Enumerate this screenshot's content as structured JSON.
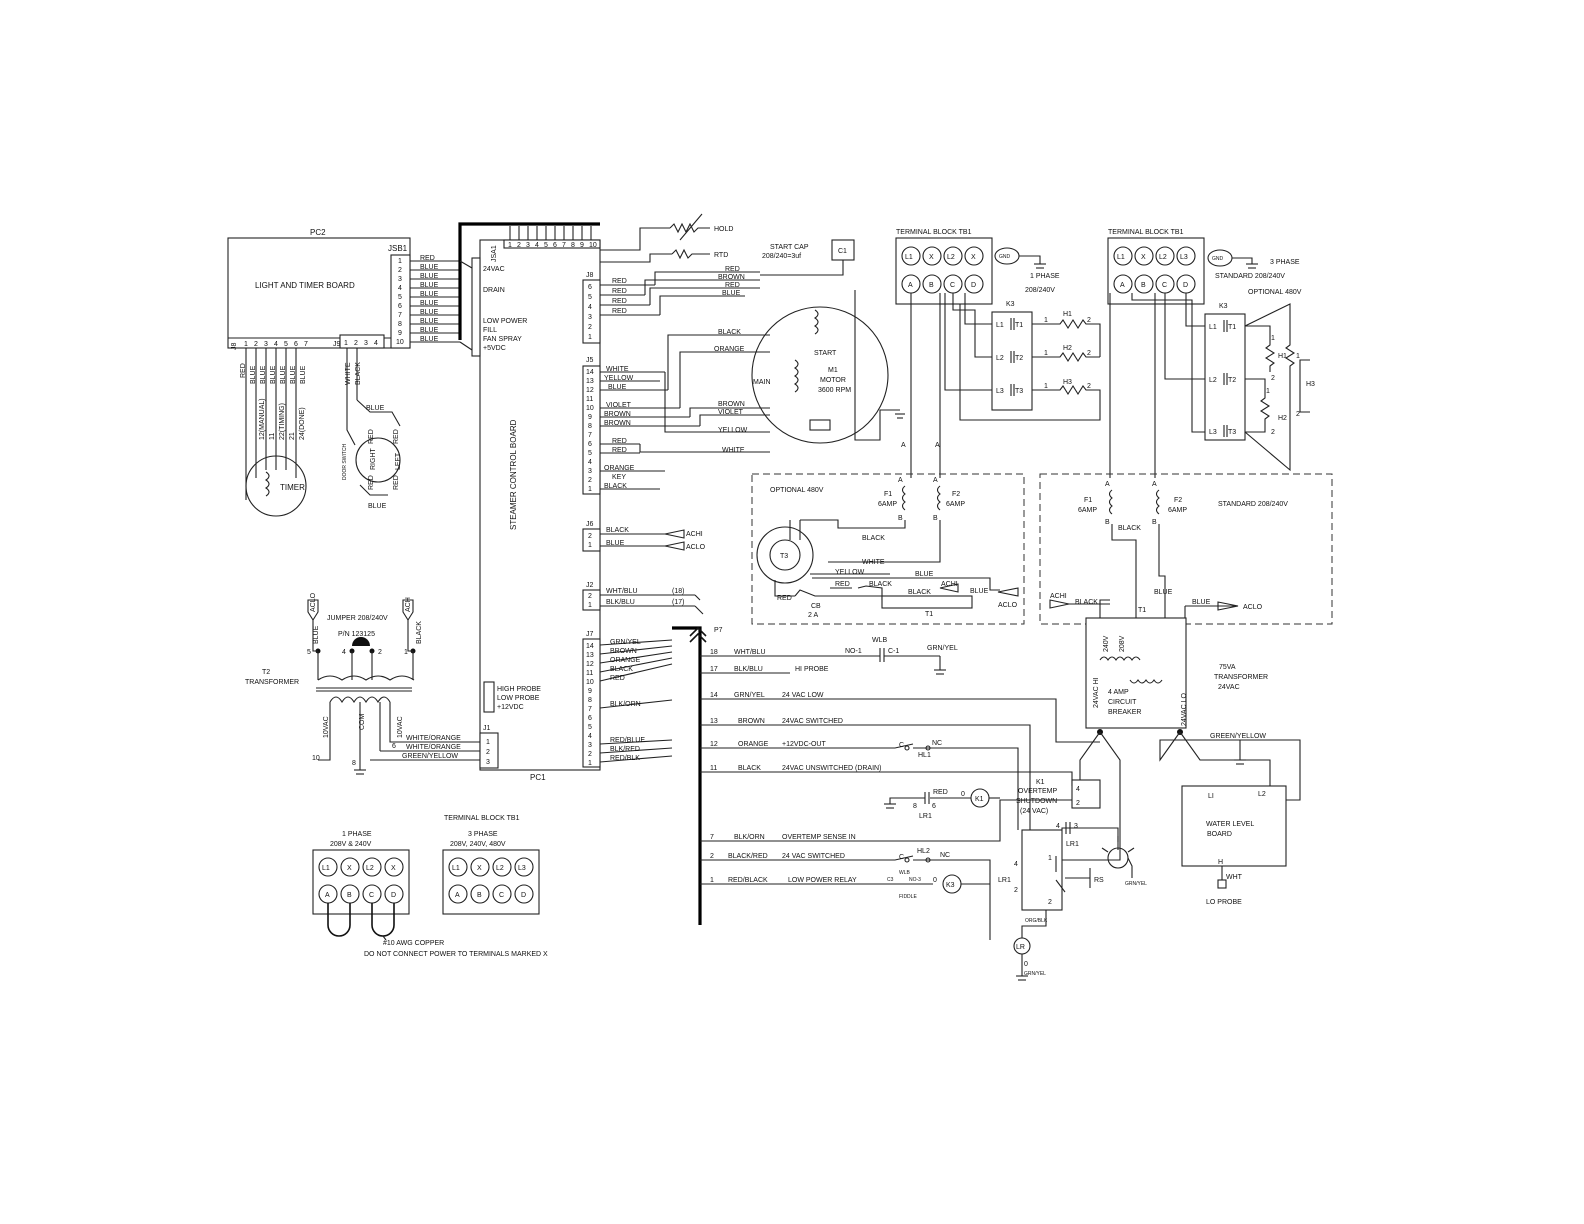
{
  "pc2": {
    "title": "PC2",
    "board": "LIGHT AND TIMER BOARD",
    "jsb1": "JSB1",
    "jsb1_wires": [
      "RED",
      "BLUE",
      "BLUE",
      "BLUE",
      "BLUE",
      "BLUE",
      "BLUE",
      "BLUE",
      "BLUE",
      "BLUE"
    ],
    "jsb1_pins": [
      "1",
      "2",
      "3",
      "4",
      "5",
      "6",
      "7",
      "8",
      "9",
      "10"
    ],
    "j8": "J8",
    "j8_pins": [
      "1",
      "2",
      "3",
      "4",
      "5",
      "6",
      "7"
    ],
    "j8_wires": [
      "RED",
      "BLUE",
      "BLUE",
      "BLUE",
      "BLUE",
      "BLUE",
      "BLUE"
    ],
    "j9": "J9",
    "j9_pins": [
      "1",
      "2",
      "3",
      "4"
    ],
    "j9_wires": [
      "WHITE",
      "BLACK"
    ],
    "timer_labels": [
      "12(MANUAL)",
      "11",
      "22(TIMING)",
      "21",
      "24(DONE)"
    ],
    "timer": "TIMER",
    "door": {
      "blue_top": "BLUE",
      "red1": "RED",
      "red2": "RED",
      "right": "RIGHT",
      "left": "LEFT",
      "red3": "RED",
      "red4": "RED",
      "blue_bottom": "BLUE",
      "switch": "DOOR SWITCH"
    }
  },
  "pc1": {
    "title": "PC1",
    "board": "STEAMER CONTROL BOARD",
    "jsa1": "JSA1",
    "jsa1_pins": [
      "1",
      "2",
      "3",
      "4",
      "5",
      "6",
      "7",
      "8",
      "9",
      "10"
    ],
    "inputs": [
      "24VAC",
      "DRAIN",
      "LOW POWER",
      "FILL",
      "FAN SPRAY",
      "+5VDC"
    ],
    "probes": [
      "HIGH PROBE",
      "LOW PROBE",
      "+12VDC"
    ],
    "j8": "J8",
    "j8_pins": [
      "6",
      "5",
      "4",
      "3",
      "2",
      "1"
    ],
    "j8_wires": [
      "RED",
      "RED",
      "RED",
      "RED"
    ],
    "j5": "J5",
    "j5_pins": [
      "14",
      "13",
      "12",
      "11",
      "10",
      "9",
      "8",
      "7",
      "6",
      "5",
      "4",
      "3",
      "2",
      "1"
    ],
    "j5_wires": [
      "WHITE",
      "YELLOW",
      "BLUE",
      "VIOLET",
      "BROWN",
      "BROWN",
      "RED",
      "RED",
      "ORANGE",
      "KEY",
      "BLACK"
    ],
    "j6": "J6",
    "j6_pins": [
      "2",
      "1"
    ],
    "j6_wires": [
      "BLACK",
      "BLUE"
    ],
    "j6_ends": [
      "ACHI",
      "ACLO"
    ],
    "j2": "J2",
    "j2_pins": [
      "2",
      "1"
    ],
    "j2_wires": [
      "WHT/BLU",
      "BLK/BLU"
    ],
    "j2_ends": [
      "(18)",
      "(17)"
    ],
    "j7": "J7",
    "j7_pins": [
      "14",
      "13",
      "12",
      "11",
      "10",
      "9",
      "8",
      "7",
      "6",
      "5",
      "4",
      "3",
      "2",
      "1"
    ],
    "j7_wires": [
      "GRN/YEL",
      "BROWN",
      "ORANGE",
      "BLACK",
      "RED",
      "BLK/ORN",
      "RED/BLUE",
      "BLK/RED",
      "RED/BLK"
    ],
    "j1": "J1",
    "j1_pins": [
      "1",
      "2",
      "3"
    ],
    "j1_wires": [
      "WHITE/ORANGE",
      "WHITE/ORANGE",
      "GREEN/YELLOW"
    ]
  },
  "motor_area": {
    "hold": "HOLD",
    "rtd": "RTD",
    "wires_top": [
      "RED",
      "BROWN",
      "RED",
      "BLUE"
    ],
    "start_cap": "START CAP",
    "start_cap_val": "208/240=3uf",
    "c1": "C1",
    "motor_labels": [
      "BLACK",
      "ORANGE",
      "START",
      "MAIN",
      "M1",
      "MOTOR",
      "3600 RPM",
      "BROWN",
      "VIOLET",
      "YELLOW",
      "WHITE"
    ]
  },
  "tb1_single": {
    "title": "TERMINAL BLOCK TB1",
    "top": [
      "L1",
      "X",
      "L2",
      "X"
    ],
    "bottom": [
      "A",
      "B",
      "C",
      "D"
    ],
    "gnd": "GND",
    "phase": "1 PHASE",
    "volt": "208/240V",
    "k3": "K3",
    "contacts": [
      "L1",
      "T1",
      "L2",
      "T2",
      "L3",
      "T3"
    ],
    "heaters": [
      "H1",
      "H2",
      "H3"
    ],
    "heater_pins": [
      "1",
      "2",
      "1",
      "2",
      "1",
      "2"
    ],
    "a_labels": [
      "A",
      "A"
    ]
  },
  "tb1_three": {
    "title": "TERMINAL BLOCK TB1",
    "top": [
      "L1",
      "X",
      "L2",
      "L3"
    ],
    "bottom": [
      "A",
      "B",
      "C",
      "D"
    ],
    "gnd": "GND",
    "phase": "3 PHASE",
    "standard": "STANDARD 208/240V",
    "optional": "OPTIONAL 480V",
    "k3": "K3",
    "contacts": [
      "L1",
      "T1",
      "L2",
      "T2",
      "L3",
      "T3"
    ],
    "heaters": [
      "H1",
      "H2",
      "H3"
    ],
    "heater_pins": [
      "1",
      "2",
      "1",
      "2",
      "1",
      "2"
    ]
  },
  "opt480": {
    "title": "OPTIONAL 480V",
    "f1": "F1",
    "f2": "F2",
    "amp": "6AMP",
    "fuse_ab": [
      "A",
      "B",
      "A",
      "B"
    ],
    "t3": "T3",
    "wires": [
      "BLACK",
      "WHITE",
      "YELLOW",
      "BLUE",
      "RED",
      "BLACK",
      "ACHI",
      "RED",
      "BLACK",
      "BLUE",
      "ACLO"
    ],
    "cb": "CB",
    "cb_val": "2 A",
    "t1": "T1"
  },
  "std208": {
    "title": "STANDARD 208/240V",
    "f1": "F1",
    "f2": "F2",
    "amp": "6AMP",
    "fuse_ab": [
      "A",
      "B",
      "A",
      "B"
    ],
    "wires": [
      "BLACK",
      "BLUE",
      "ACHI",
      "BLACK",
      "BLUE",
      "ACLO"
    ],
    "t1": "T1"
  },
  "transformer75": {
    "v240": "240V",
    "v208": "208V",
    "name": "75VA",
    "name2": "TRANSFORMER",
    "name3": "24VAC",
    "hi": "24VAC HI",
    "lo": "24VAC LO",
    "breaker": [
      "4 AMP",
      "CIRCUIT",
      "BREAKER"
    ],
    "green": "GREEN/YELLOW"
  },
  "p7": {
    "label": "P7",
    "rows": [
      {
        "pin": "18",
        "wire": "WHT/BLU",
        "desc": "NO-1"
      },
      {
        "pin": "17",
        "wire": "BLK/BLU",
        "desc": "HI PROBE"
      },
      {
        "pin": "14",
        "wire": "GRN/YEL",
        "desc": "24 VAC LOW"
      },
      {
        "pin": "13",
        "wire": "BROWN",
        "desc": "24VAC SWITCHED"
      },
      {
        "pin": "12",
        "wire": "ORANGE",
        "desc": "+12VDC-OUT"
      },
      {
        "pin": "11",
        "wire": "BLACK",
        "desc": "24VAC UNSWITCHED (DRAIN)"
      },
      {
        "pin": "7",
        "wire": "BLK/ORN",
        "desc": "OVERTEMP SENSE IN"
      },
      {
        "pin": "2",
        "wire": "BLACK/RED",
        "desc": "24 VAC SWITCHED"
      },
      {
        "pin": "1",
        "wire": "RED/BLACK",
        "desc": "LOW POWER RELAY"
      }
    ],
    "wlb": "WLB",
    "c1": "C-1",
    "grnyel": "GRN/YEL",
    "hl1": [
      "C",
      "NC",
      "HL1"
    ],
    "hl2": [
      "C",
      "HL2",
      "NC"
    ],
    "k1coil": "K1",
    "k3coil": "K3",
    "red": "RED",
    "lr1pins": [
      "8",
      "6",
      "0"
    ],
    "lr1": "LR1",
    "lp_small": [
      "C3",
      "WLB",
      "NO-3",
      "FIDDLE"
    ]
  },
  "k1": {
    "label": "K1",
    "l1": "OVERTEMP",
    "l2": "SHUTDOWN",
    "l3": "(24 VAC)",
    "pins": [
      "4",
      "2"
    ]
  },
  "lr_area": {
    "lr1": "LR1",
    "pins": [
      "4",
      "3",
      "1",
      "4",
      "2",
      "2"
    ],
    "lr1b": "LR1",
    "rs": "RS",
    "lr": "LR",
    "orgblk": "ORG/BLK",
    "grnyel": "GRN/YEL",
    "zero": "0",
    "grnyel2": "GRN/YEL"
  },
  "wlboard": {
    "l1": "LI",
    "l2": "L2",
    "name": "WATER LEVEL",
    "name2": "BOARD",
    "h": "H",
    "wht": "WHT",
    "probe": "LO PROBE"
  },
  "t2": {
    "aclo": "ACLO",
    "ach": "ACH",
    "jumper": "JUMPER 208/240V",
    "pn": "P/N 123125",
    "blue": "BLUE",
    "black": "BLACK",
    "pins": [
      "5",
      "4",
      "2",
      "1"
    ],
    "t2": "T2",
    "transformer": "TRANSFORMER",
    "v10a": "10VAC",
    "com": "COM",
    "v10b": "10VAC",
    "n6": "6",
    "n10": "10",
    "n8": "8"
  },
  "legend": {
    "title": "TERMINAL BLOCK TB1",
    "p1": "1 PHASE",
    "p1v": "208V & 240V",
    "p1_top": [
      "L1",
      "X",
      "L2",
      "X"
    ],
    "p1_bottom": [
      "A",
      "B",
      "C",
      "D"
    ],
    "p3": "3 PHASE",
    "p3v": "208V, 240V, 480V",
    "p3_top": [
      "L1",
      "X",
      "L2",
      "L3"
    ],
    "p3_bottom": [
      "A",
      "B",
      "C",
      "D"
    ],
    "awg": "#10 AWG COPPER",
    "note": "DO NOT CONNECT POWER TO TERMINALS MARKED X"
  }
}
